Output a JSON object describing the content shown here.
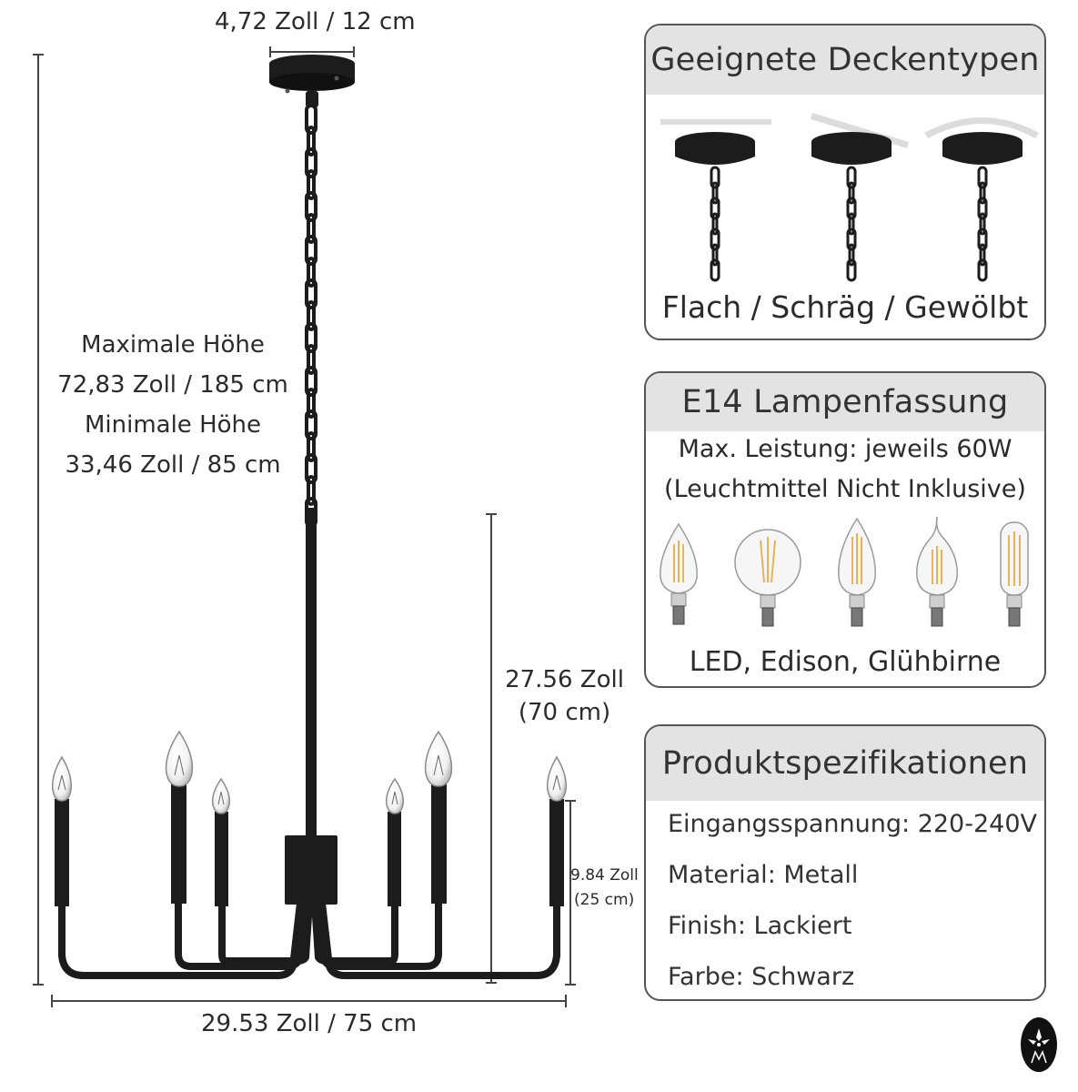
{
  "dimensions": {
    "canopy_width": "4,72 Zoll / 12 cm",
    "max_height_label": "Maximale Höhe",
    "max_height_value": "72,83 Zoll / 185 cm",
    "min_height_label": "Minimale Höhe",
    "min_height_value": "33,46 Zoll / 85 cm",
    "rod_height_line1": "27.56 Zoll",
    "rod_height_line2": "(70 cm)",
    "arm_height_line1": "9.84 Zoll",
    "arm_height_line2": "(25 cm)",
    "total_width": "29.53 Zoll / 75 cm"
  },
  "ceiling_panel": {
    "title": "Geeignete Deckentypen",
    "caption": "Flach / Schräg / Gewölbt"
  },
  "socket_panel": {
    "title": "E14 Lampenfassung",
    "power_line": "Max. Leistung: jeweils 60W",
    "note_line": "(Leuchtmittel Nicht Inklusive)",
    "caption": "LED, Edison, Glühbirne"
  },
  "spec_panel": {
    "title": "Produktspezifikationen",
    "items": [
      "Eingangsspannung: 220-240V",
      "Material: Metall",
      "Finish: Lackiert",
      "Farbe: Schwarz"
    ]
  },
  "colors": {
    "fixture": "#1c1c1c",
    "panel_header": "#e3e3e3",
    "panel_border": "#555555",
    "dimension_line": "#444444"
  }
}
